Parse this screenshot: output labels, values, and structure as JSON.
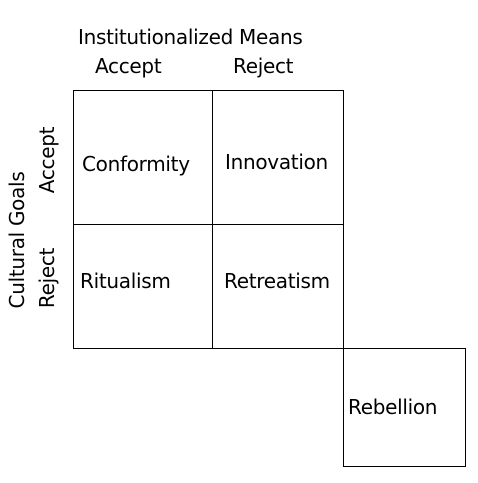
{
  "header": {
    "title": "Institutionalized Means",
    "col_accept": "Accept",
    "col_reject": "Reject"
  },
  "side": {
    "title": "Cultural Goals",
    "row_accept": "Accept",
    "row_reject": "Reject"
  },
  "cells": {
    "conformity": "Conformity",
    "innovation": "Innovation",
    "ritualism": "Ritualism",
    "retreatism": "Retreatism",
    "rebellion": "Rebellion"
  }
}
